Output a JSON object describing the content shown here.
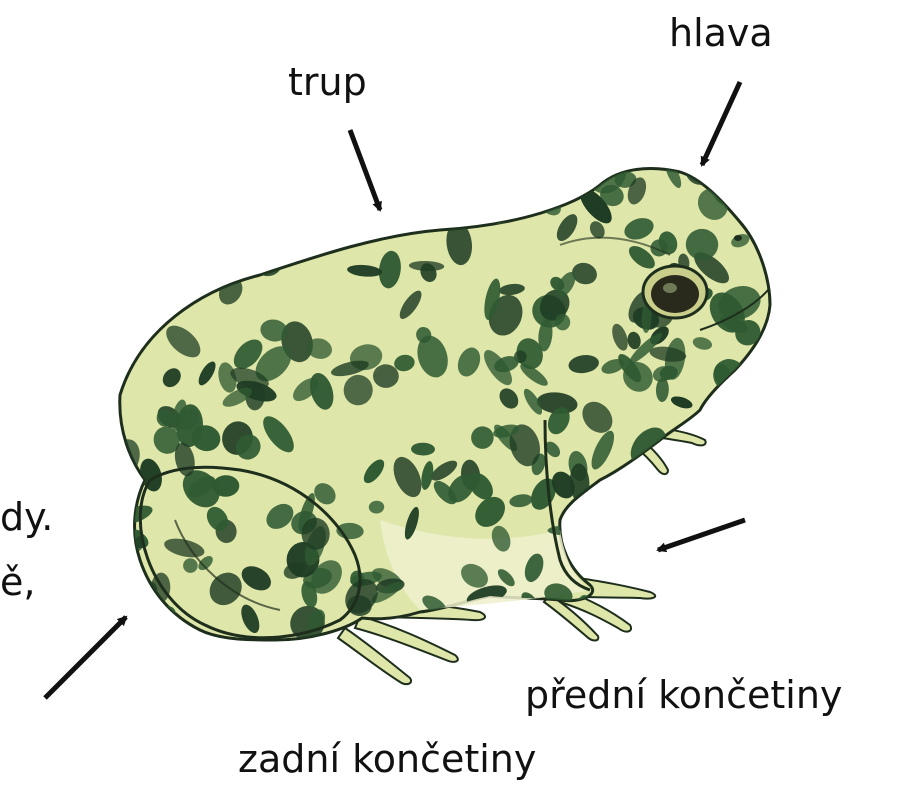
{
  "labels": {
    "trunk": "trup",
    "head": "hlava",
    "front_limbs": "přední končetiny",
    "hind_limbs": "zadní končetiny"
  },
  "cropped_text": {
    "line1": "dy.",
    "line2": "ě,"
  },
  "colors": {
    "skin_light": "#dfe6a9",
    "skin_pale": "#eef0cc",
    "spots": "#2f5a32",
    "spots_dark": "#1f3d24",
    "outline": "#1e2e1c",
    "arrow": "#111111"
  }
}
